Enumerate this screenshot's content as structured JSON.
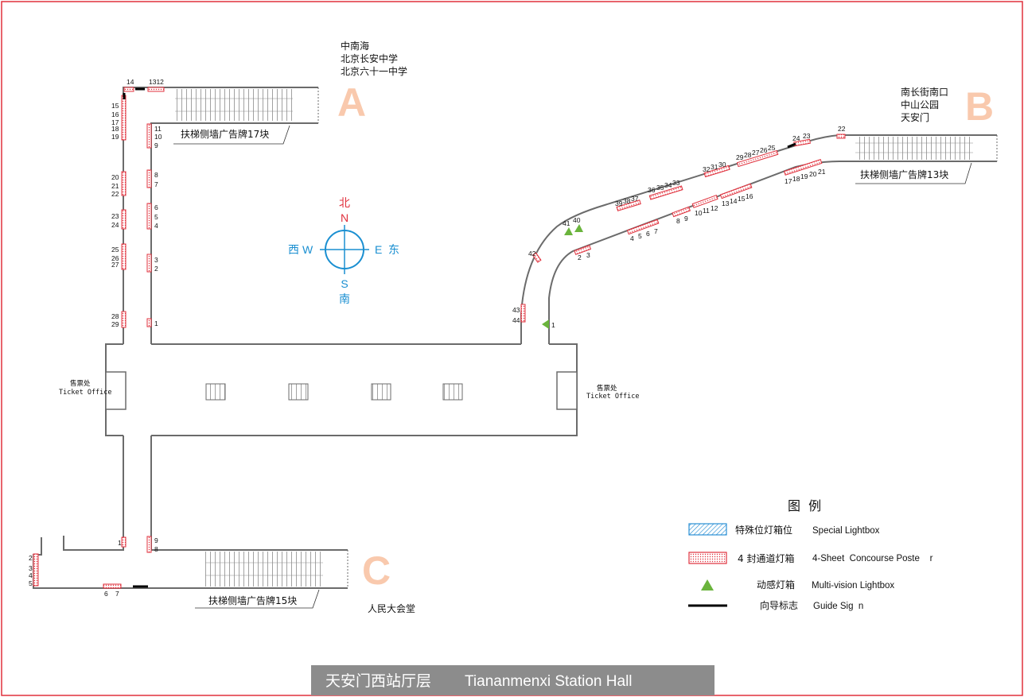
{
  "title": {
    "cn": "天安门西站厅层",
    "en": "Tiananmenxi Station Hall"
  },
  "compass": {
    "n_cn": "北",
    "n": "N",
    "s_cn": "南",
    "s": "S",
    "w_cn": "西",
    "w": "W",
    "e_cn": "东",
    "e": "E"
  },
  "exits": {
    "a": {
      "letter": "A",
      "dest": [
        "中南海",
        "北京长安中学",
        "北京六十一中学"
      ],
      "escalator_label": "扶梯侧墙广告牌17块"
    },
    "b": {
      "letter": "B",
      "dest": [
        "南长街南口",
        "中山公园",
        "天安门"
      ],
      "escalator_label": "扶梯侧墙广告牌13块"
    },
    "c": {
      "letter": "C",
      "dest": [
        "人民大会堂"
      ],
      "escalator_label": "扶梯侧墙广告牌15块"
    }
  },
  "ticket_office": {
    "cn": "售票处",
    "en": "Ticket Office"
  },
  "legend": {
    "title": "图  例",
    "items": [
      {
        "cn": "特殊位灯箱位",
        "en": "Special Lightbox"
      },
      {
        "cn": "4 封通道灯箱",
        "en": "4-Sheet  Concourse Poste    r"
      },
      {
        "cn": "动感灯箱",
        "en": "Multi-vision Lightbox"
      },
      {
        "cn": "向导标志",
        "en": "Guide Sig  n"
      }
    ]
  },
  "colors": {
    "border": "#e0303c",
    "wall": "#6b6b6b",
    "poster": "#e0303c",
    "special": "#2a8fd4",
    "multivision": "#6ab43c",
    "compass": "#1a8fd1",
    "compass_north": "#e0303c",
    "exit_letter": "#f9c9ad",
    "title_bar": "#8c8c8c"
  },
  "poster_numbers": {
    "a_west": [
      "15",
      "16",
      "17",
      "18",
      "19",
      "20",
      "21",
      "22",
      "23",
      "24",
      "25",
      "26",
      "27",
      "28",
      "29"
    ],
    "a_east": [
      "11",
      "10",
      "9",
      "8",
      "7",
      "6",
      "5",
      "4",
      "3",
      "2",
      "1"
    ],
    "a_top": [
      "14",
      "1312"
    ],
    "b_north": [
      "44",
      "43",
      "42",
      "41",
      "40",
      "39",
      "38",
      "37",
      "36",
      "35",
      "34",
      "33",
      "32",
      "31",
      "30",
      "29",
      "28",
      "27",
      "26",
      "25",
      "24",
      "23",
      "22"
    ],
    "b_south": [
      "1",
      "2",
      "3",
      "4",
      "5",
      "6",
      "7",
      "8",
      "9",
      "10",
      "11",
      "12",
      "13",
      "14",
      "15",
      "16",
      "17",
      "18",
      "19",
      "20",
      "21"
    ],
    "c": [
      "1",
      "2",
      "3",
      "4",
      "5",
      "6",
      "7",
      "8",
      "9"
    ]
  }
}
